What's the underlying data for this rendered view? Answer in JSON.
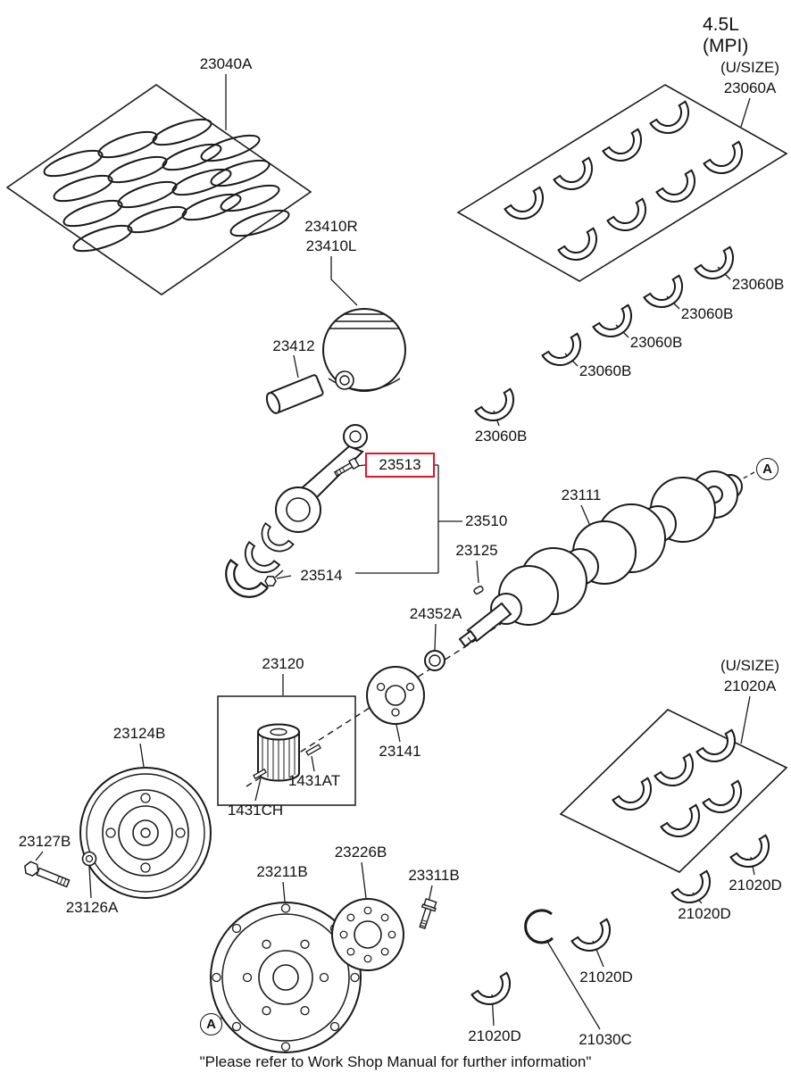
{
  "engine_variant": "4.5L (MPI)",
  "footer_note": "\"Please refer to Work Shop Manual for further information\"",
  "view_marker": "A",
  "size_note": "(U/SIZE)",
  "highlight": {
    "color": "#e8112d"
  },
  "parts": {
    "piston_ring_set": "23040A",
    "main_bearing_set_upper": "23060A",
    "main_bearing_upper": "23060B",
    "piston_right": "23410R",
    "piston_left": "23410L",
    "piston_pin": "23412",
    "connecting_rod_bolt": "23513",
    "connecting_rod_assembly": "23510",
    "connecting_rod_cap_bolt": "23514",
    "crankshaft": "23111",
    "crankshaft_key": "23125",
    "spacer_ring": "24352A",
    "crankshaft_sprocket_kit": "23120",
    "dowel_pin_at": "1431AT",
    "dowel_pin_ch": "1431CH",
    "sprocket_plate": "23141",
    "damper_pulley": "23124B",
    "pulley_bolt": "23127B",
    "pulley_washer": "23126A",
    "drive_plate": "23211B",
    "adapter_plate": "23226B",
    "drive_plate_bolt": "23311B",
    "main_bearing_set_lower": "21020A",
    "main_bearing_lower": "21020D",
    "thrust_bearing": "21030C"
  }
}
